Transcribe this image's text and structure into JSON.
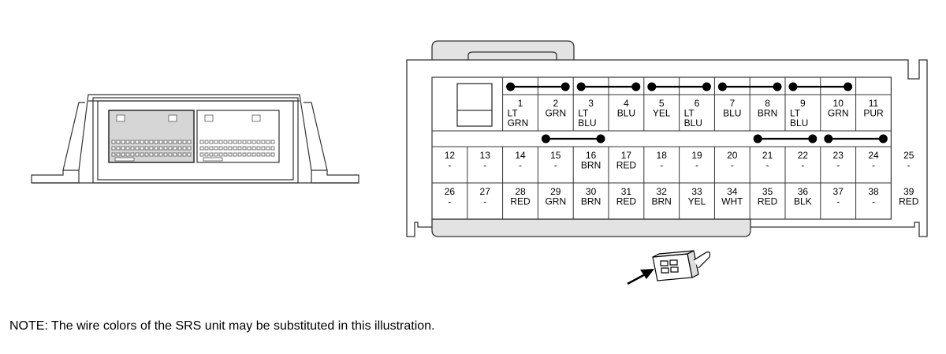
{
  "note": "NOTE: The wire colors of the SRS unit may be substituted in this illustration.",
  "pins": [
    {
      "num": "1",
      "lines": [
        "LT",
        "GRN"
      ]
    },
    {
      "num": "2",
      "lines": [
        "GRN"
      ]
    },
    {
      "num": "3",
      "lines": [
        "LT",
        "BLU"
      ]
    },
    {
      "num": "4",
      "lines": [
        "BLU"
      ]
    },
    {
      "num": "5",
      "lines": [
        "YEL"
      ]
    },
    {
      "num": "6",
      "lines": [
        "LT",
        "BLU"
      ]
    },
    {
      "num": "7",
      "lines": [
        "BLU"
      ]
    },
    {
      "num": "8",
      "lines": [
        "BRN"
      ]
    },
    {
      "num": "9",
      "lines": [
        "LT",
        "BLU"
      ]
    },
    {
      "num": "10",
      "lines": [
        "GRN"
      ]
    },
    {
      "num": "11",
      "lines": [
        "PUR"
      ]
    },
    {
      "num": "12",
      "lines": [
        "-"
      ]
    },
    {
      "num": "13",
      "lines": [
        "-"
      ]
    },
    {
      "num": "14",
      "lines": [
        "-"
      ]
    },
    {
      "num": "15",
      "lines": [
        "-"
      ]
    },
    {
      "num": "16",
      "lines": [
        "BRN"
      ]
    },
    {
      "num": "17",
      "lines": [
        "RED"
      ]
    },
    {
      "num": "18",
      "lines": [
        "-"
      ]
    },
    {
      "num": "19",
      "lines": [
        "-"
      ]
    },
    {
      "num": "20",
      "lines": [
        "-"
      ]
    },
    {
      "num": "21",
      "lines": [
        "-"
      ]
    },
    {
      "num": "22",
      "lines": [
        "-"
      ]
    },
    {
      "num": "23",
      "lines": [
        "-"
      ]
    },
    {
      "num": "24",
      "lines": [
        "-"
      ]
    },
    {
      "num": "25",
      "lines": [
        "-"
      ]
    },
    {
      "num": "26",
      "lines": [
        "-"
      ]
    },
    {
      "num": "27",
      "lines": [
        "-"
      ]
    },
    {
      "num": "28",
      "lines": [
        "RED"
      ]
    },
    {
      "num": "29",
      "lines": [
        "GRN"
      ]
    },
    {
      "num": "30",
      "lines": [
        "BRN"
      ]
    },
    {
      "num": "31",
      "lines": [
        "RED"
      ]
    },
    {
      "num": "32",
      "lines": [
        "BRN"
      ]
    },
    {
      "num": "33",
      "lines": [
        "YEL"
      ]
    },
    {
      "num": "34",
      "lines": [
        "WHT"
      ]
    },
    {
      "num": "35",
      "lines": [
        "RED"
      ]
    },
    {
      "num": "36",
      "lines": [
        "BLK"
      ]
    },
    {
      "num": "37",
      "lines": [
        "-"
      ]
    },
    {
      "num": "38",
      "lines": [
        "-"
      ]
    },
    {
      "num": "39",
      "lines": [
        "RED"
      ]
    }
  ]
}
